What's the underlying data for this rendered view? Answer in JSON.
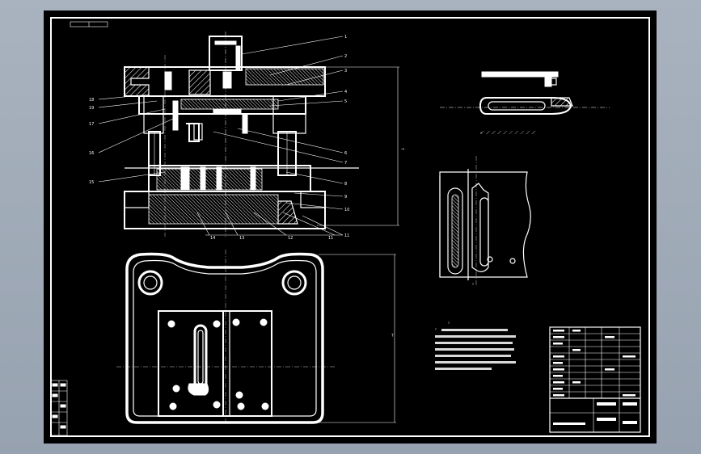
{
  "drawing": {
    "background": "#000000",
    "line_color": "#ffffff",
    "frame_color": "#a3adb9"
  },
  "section_view": {
    "part_numbers_right": [
      "1",
      "2",
      "3",
      "4",
      "5",
      "6",
      "7",
      "8",
      "9",
      "10",
      "11"
    ],
    "part_numbers_left": [
      "18",
      "19",
      "17",
      "16",
      "15"
    ],
    "part_numbers_bottom": [
      "14",
      "13",
      "12",
      "11"
    ],
    "dimension": "?"
  },
  "plan_view": {
    "dimension": "?"
  },
  "part_view": {
    "caption": "?"
  },
  "layout_view": {
    "caption": "?"
  },
  "notes": {
    "title": "?",
    "lines": [
      "?",
      "?",
      "?",
      "?",
      "?",
      "?",
      "?"
    ]
  },
  "title_block": {
    "rows": 12
  }
}
